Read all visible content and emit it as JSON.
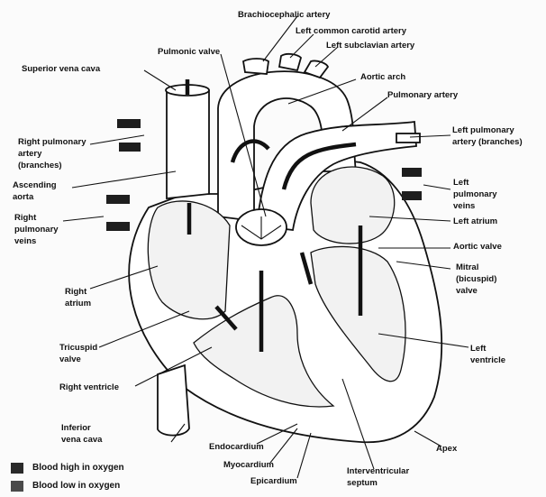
{
  "labels": {
    "brachiocephalic_artery": "Brachiocephalic artery",
    "left_common_carotid_artery": "Left common carotid artery",
    "left_subclavian_artery": "Left subclavian artery",
    "pulmonic_valve": "Pulmonic valve",
    "superior_vena_cava": "Superior vena cava",
    "aortic_arch": "Aortic arch",
    "pulmonary_artery": "Pulmonary artery",
    "right_pulmonary_artery_branches": [
      "Right pulmonary",
      "artery",
      "(branches)"
    ],
    "left_pulmonary_artery_branches": [
      "Left pulmonary",
      "artery (branches)"
    ],
    "ascending_aorta": [
      "Ascending",
      "aorta"
    ],
    "right_pulmonary_veins": [
      "Right",
      "pulmonary",
      "veins"
    ],
    "left_pulmonary_veins": [
      "Left",
      "pulmonary",
      "veins"
    ],
    "left_atrium": "Left atrium",
    "aortic_valve": "Aortic valve",
    "mitral_valve": [
      "Mitral",
      "(bicuspid)",
      "valve"
    ],
    "right_atrium": [
      "Right",
      "atrium"
    ],
    "tricuspid_valve": [
      "Tricuspid",
      "valve"
    ],
    "left_ventricle": [
      "Left",
      "ventricle"
    ],
    "right_ventricle": "Right ventricle",
    "inferior_vena_cava": [
      "Inferior",
      "vena cava"
    ],
    "endocardium": "Endocardium",
    "myocardium": "Myocardium",
    "epicardium": "Epicardium",
    "interventricular_septum": [
      "Interventricular",
      "septum"
    ],
    "apex": "Apex"
  },
  "legend": [
    {
      "label": "Blood high in oxygen",
      "color": "#2a2a2a"
    },
    {
      "label": "Blood low in oxygen",
      "color": "#4a4a4a"
    }
  ],
  "colors": {
    "ink": "#111111",
    "paper": "#fbfbfb",
    "vessel_fill": "#ffffff",
    "chamber_fill": "#f2f2f2"
  }
}
